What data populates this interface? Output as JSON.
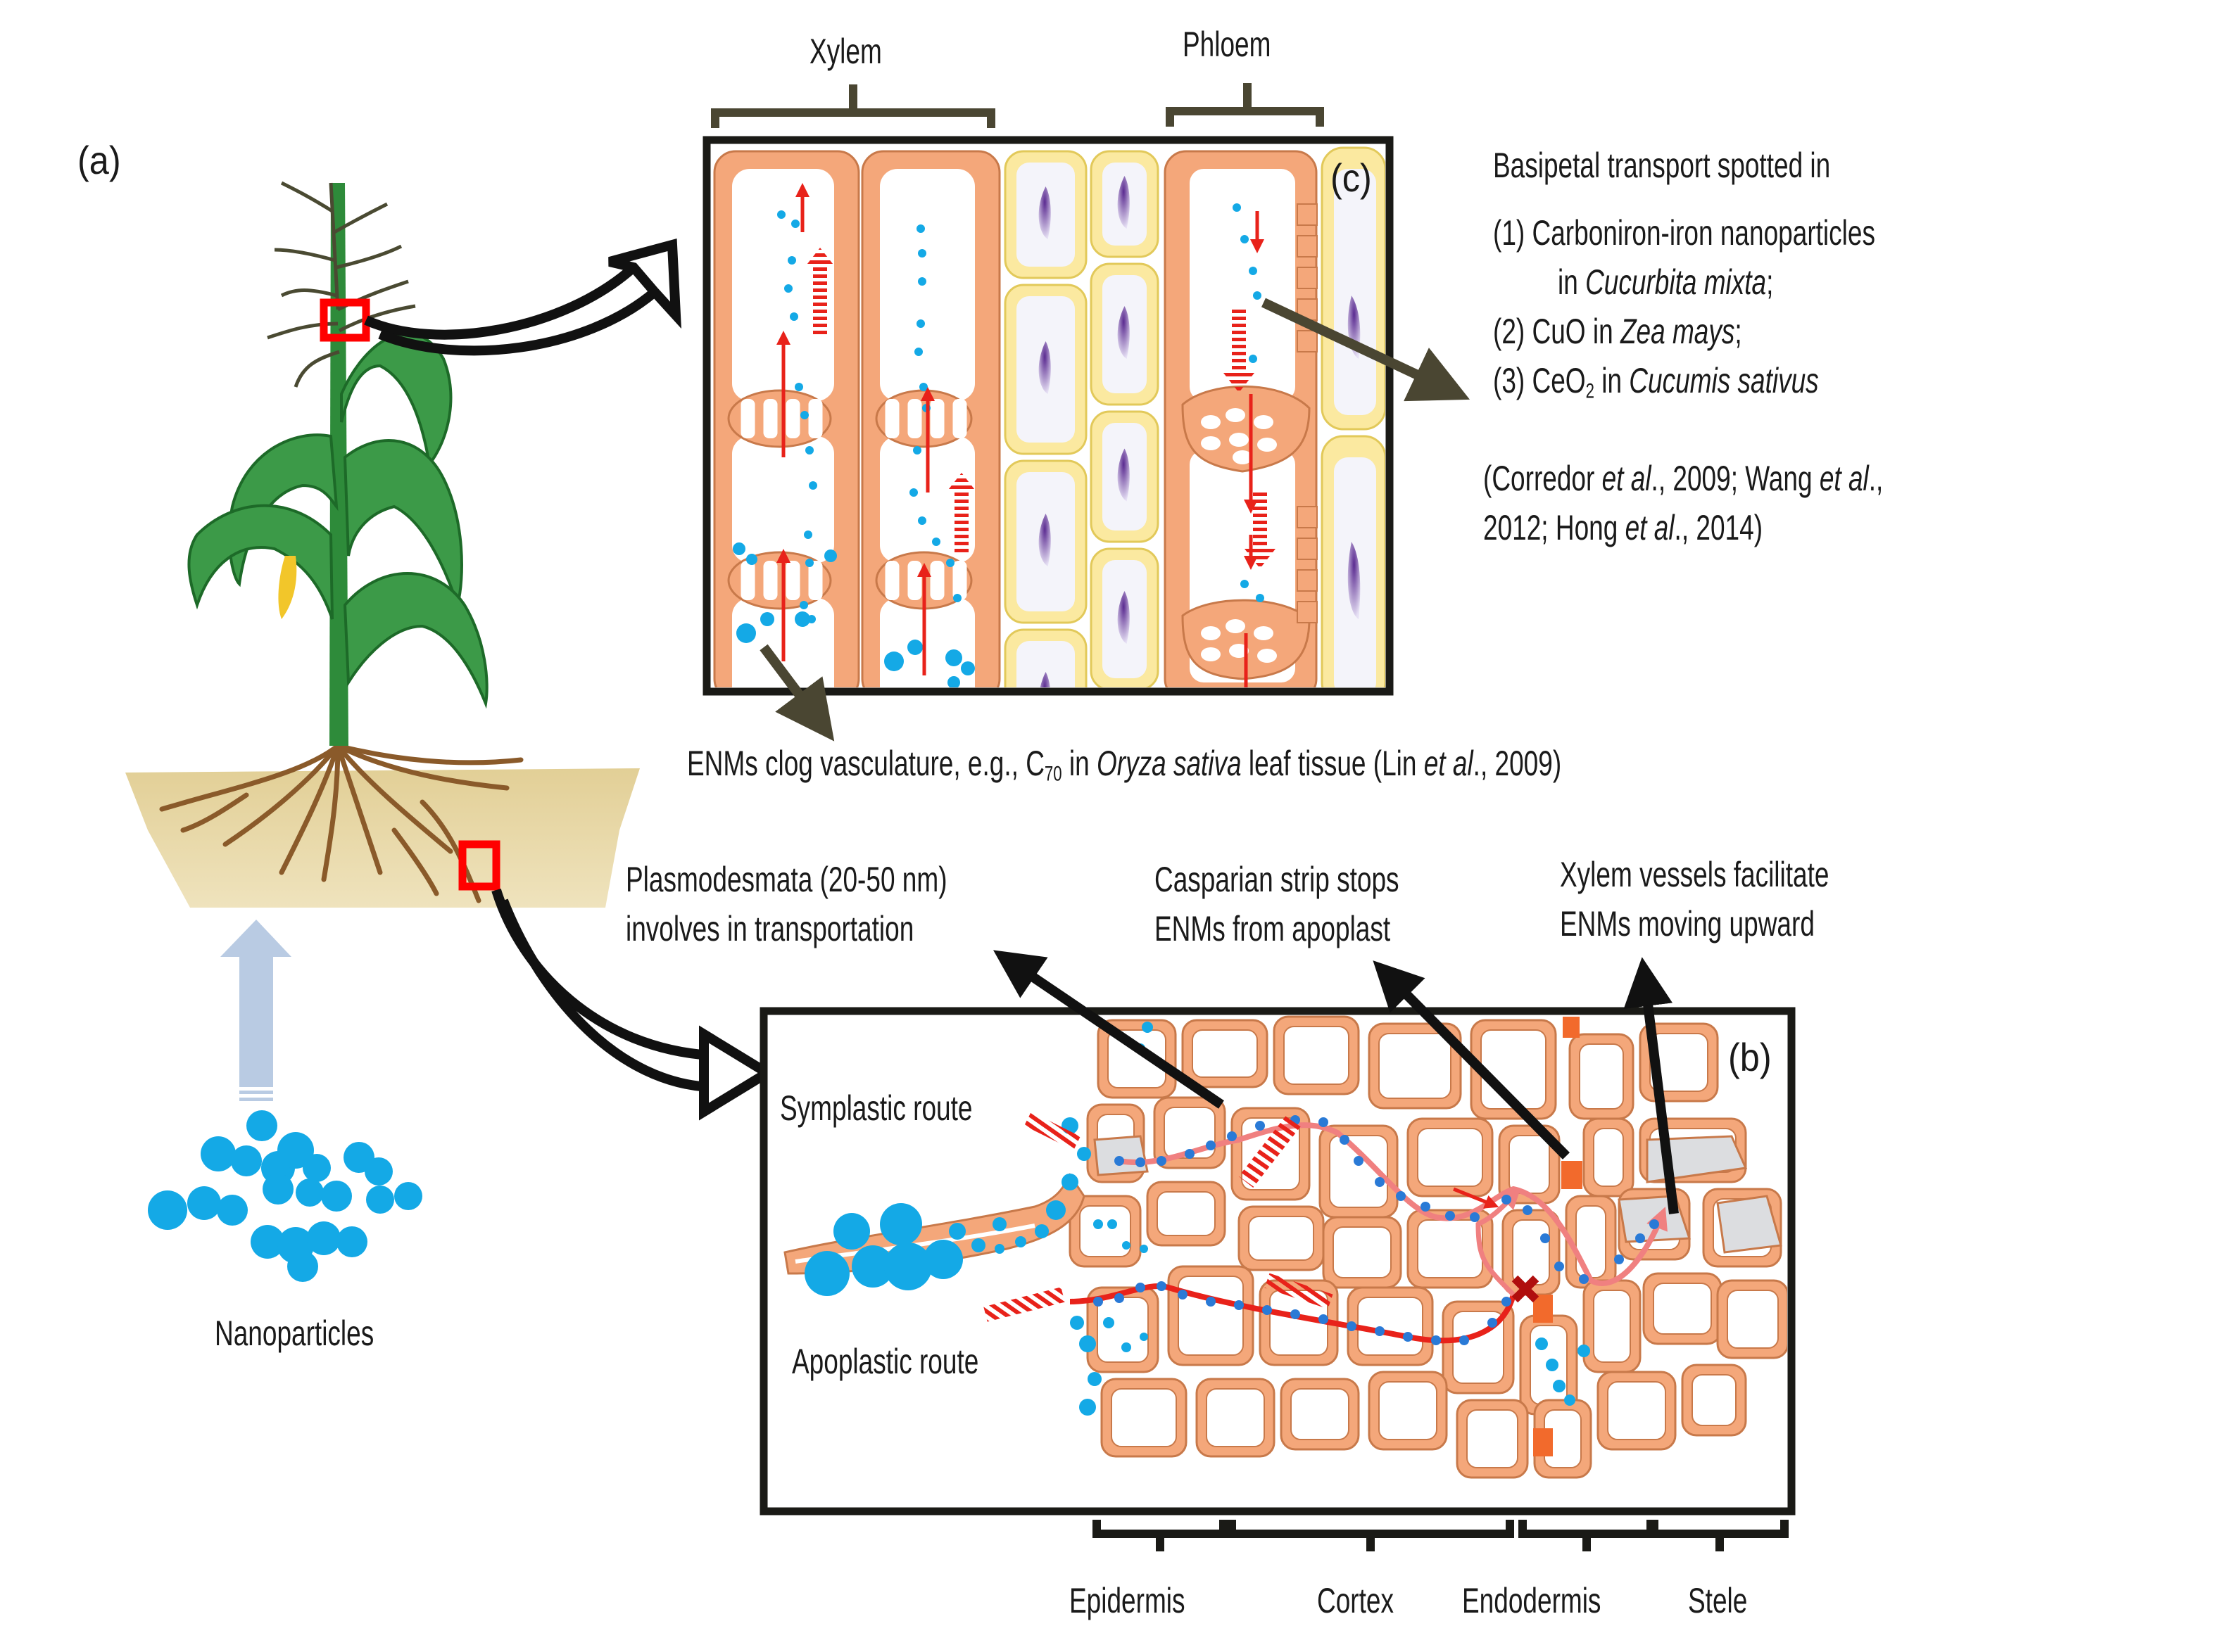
{
  "figure": {
    "panels": {
      "a": {
        "letter": "(a)",
        "nanoparticles_label": "Nanoparticles"
      },
      "b": {
        "letter": "(b)"
      },
      "c": {
        "letter": "(c)"
      }
    },
    "vascular_labels": {
      "xylem": "Xylem",
      "phloem": "Phloem"
    },
    "basipetal": {
      "heading": "Basipetal transport spotted in",
      "items": [
        {
          "num": "(1)",
          "pre": "Carboniron-iron nanoparticles",
          "line2_pre": "in ",
          "species": "Cucurbita mixta",
          "post": ";"
        },
        {
          "num": "(2)",
          "pre": "CuO in ",
          "species": "Zea mays",
          "post": ";"
        },
        {
          "num": "(3)",
          "pre_main": "CeO",
          "pre_sub": "2",
          "pre_after": " in ",
          "species": "Cucumis sativus",
          "post": ""
        }
      ],
      "refs_line1": [
        "(Corredor ",
        "et al",
        "., 2009; Wang ",
        "et al",
        "., "
      ],
      "refs_line2": [
        "2012; Hong ",
        "et al",
        "., 2014)"
      ]
    },
    "clog_note": {
      "pre": "ENMs clog vasculature, e.g., C",
      "sub": "70",
      "mid": " in ",
      "species": "Oryza sativa",
      "post": " leaf tissue (Lin ",
      "etal": "et al",
      "end": "., 2009)"
    },
    "callouts": {
      "plasmodesmata": [
        "Plasmodesmata (20-50 nm)",
        "involves in transportation"
      ],
      "casparian": [
        "Casparian strip stops",
        "ENMs from apoplast"
      ],
      "xylem_vessels": [
        "Xylem vessels facilitate",
        "ENMs moving upward"
      ]
    },
    "routes": {
      "symplastic": "Symplastic route",
      "apoplastic": "Apoplastic route"
    },
    "root_layers": [
      "Epidermis",
      "Cortex",
      "Endodermis",
      "Stele"
    ],
    "colors": {
      "cell_wall": "#f4a77a",
      "cell_wall_edge": "#c8794a",
      "companion_cell": "#fbe9a0",
      "companion_edge": "#e2c95a",
      "nucleus": "#6a3a9e",
      "particle": "#14a9e6",
      "flow_arrow": "#e8221a",
      "route_line": "#f08080",
      "casparian": "#f26a2c",
      "vessel_fill": "#dcdde0",
      "highlight_box": "#ff0000",
      "soil": "#e6d49e",
      "root": "#8a5a2a",
      "leaf": "#2e8b3a",
      "tassel": "#4a4a32",
      "up_arrow": "#b9cbe3",
      "pointer": "#4a4632"
    }
  }
}
